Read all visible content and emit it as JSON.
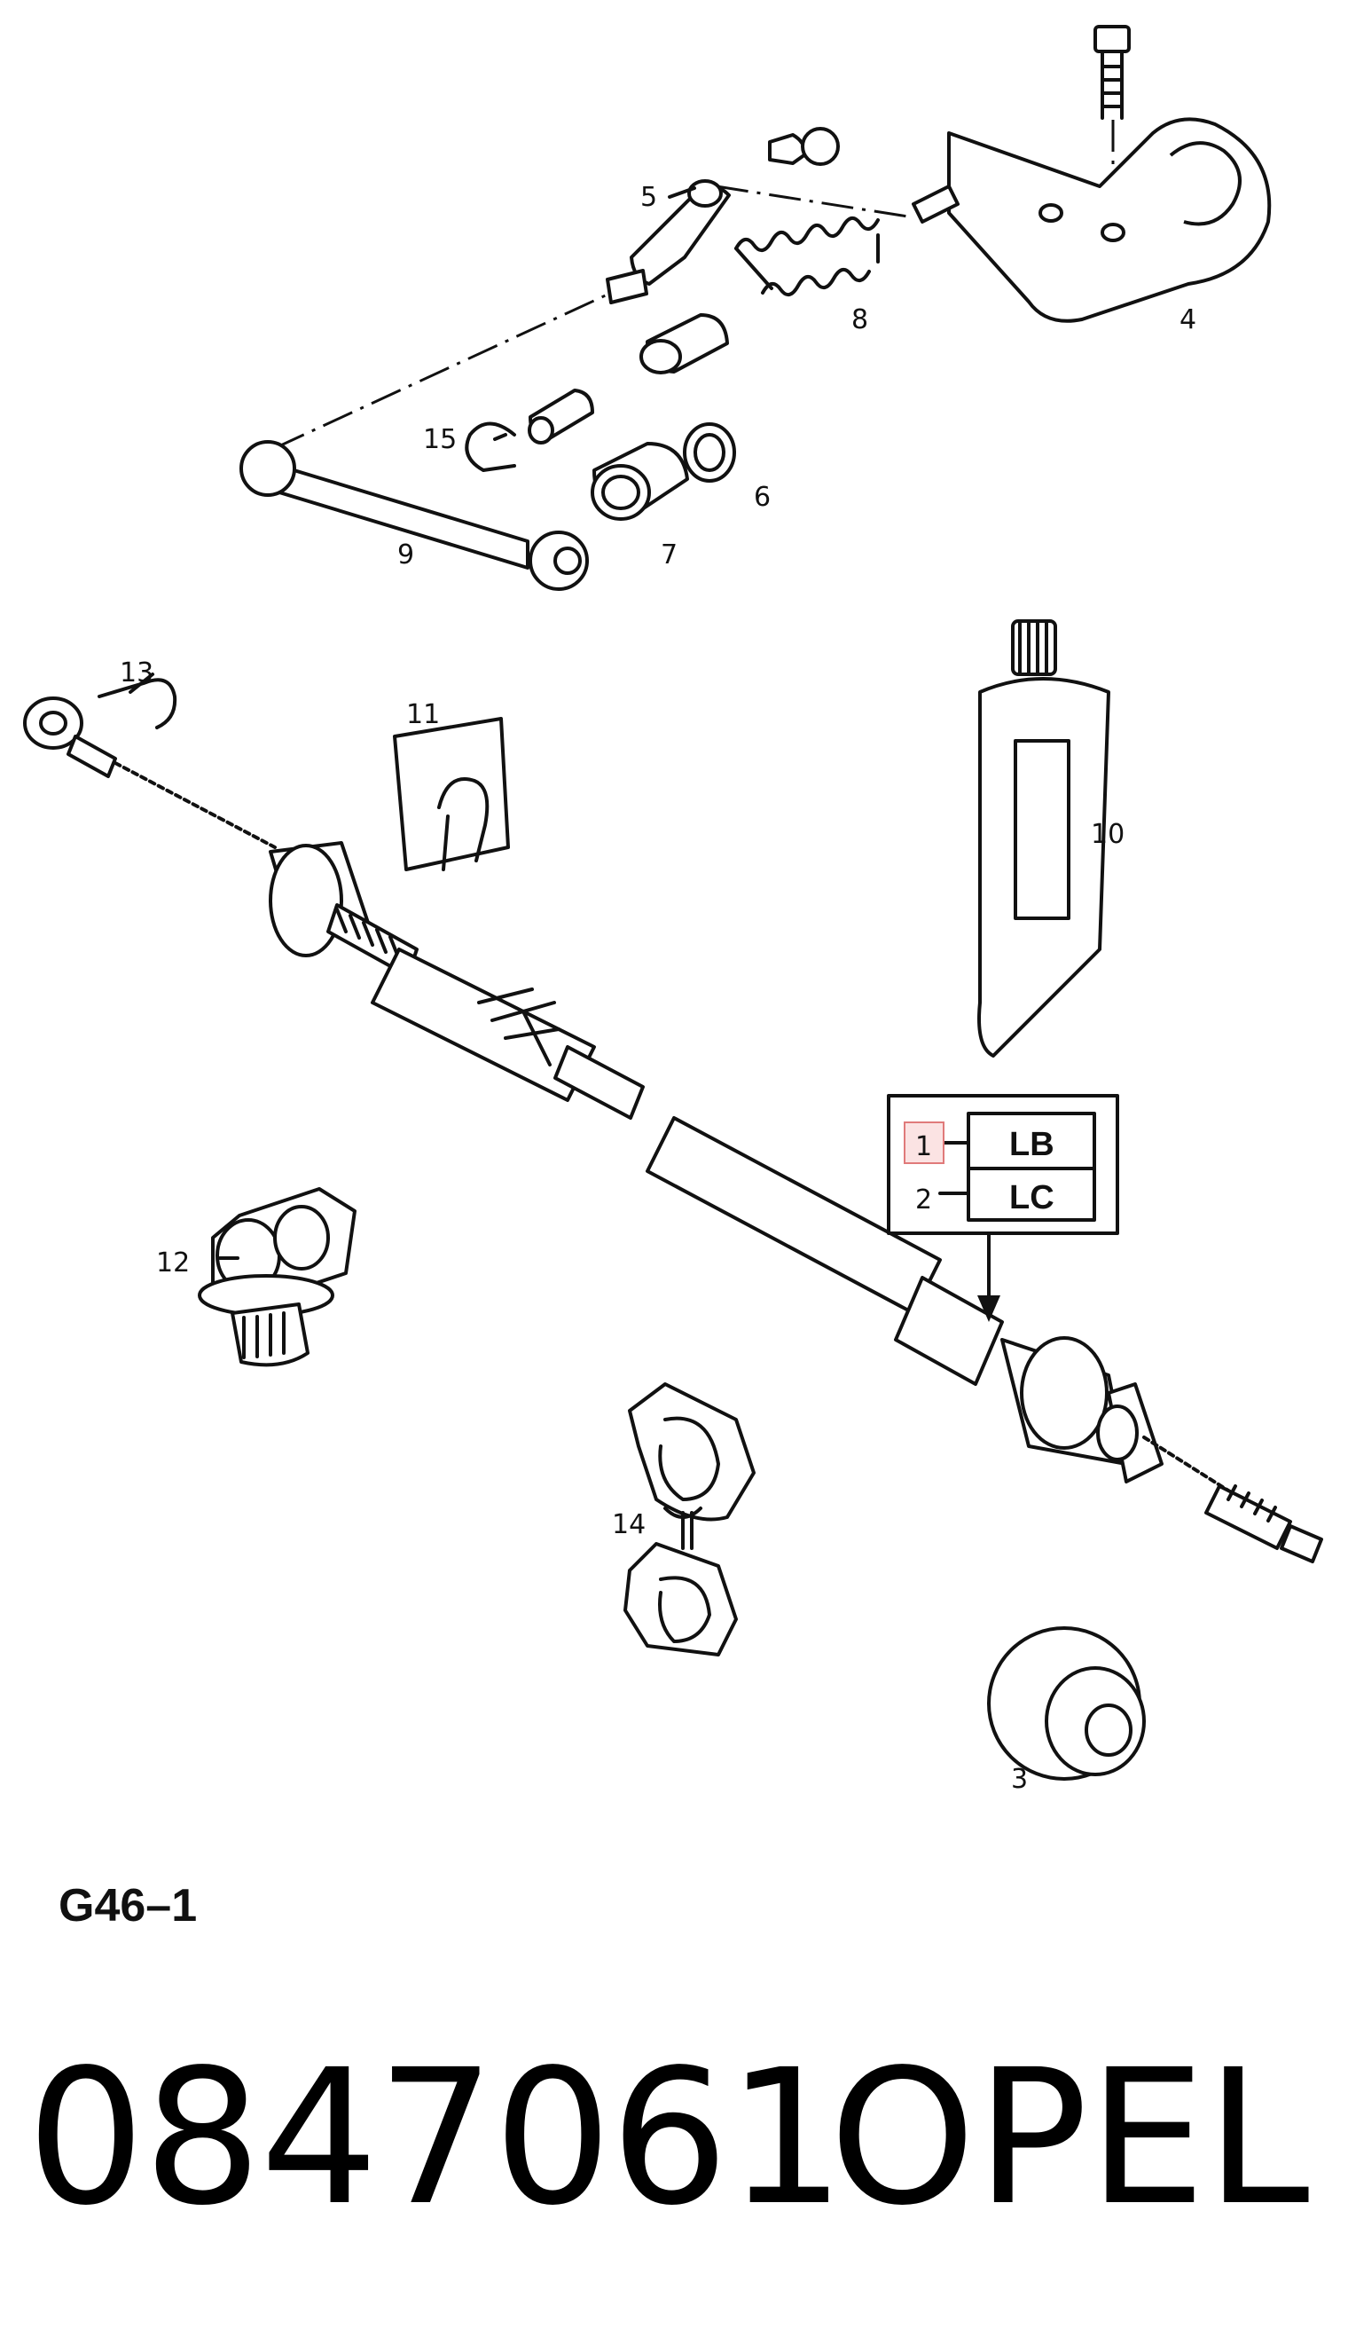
{
  "callouts": {
    "c1": "1",
    "c2": "2",
    "c3": "3",
    "c4": "4",
    "c5": "5",
    "c6": "6",
    "c7": "7",
    "c8": "8",
    "c9": "9",
    "c10": "10",
    "c11": "11",
    "c12": "12",
    "c13": "13",
    "c14": "14",
    "c15": "15"
  },
  "variant_table": {
    "row1": "LB",
    "row2": "LC"
  },
  "figure_code": "G46–1",
  "part_number": "0847061",
  "brand": "OPEL",
  "colors": {
    "highlight_fill": "#fbe3e3",
    "highlight_stroke": "#e07a7a",
    "ink": "#111111"
  }
}
